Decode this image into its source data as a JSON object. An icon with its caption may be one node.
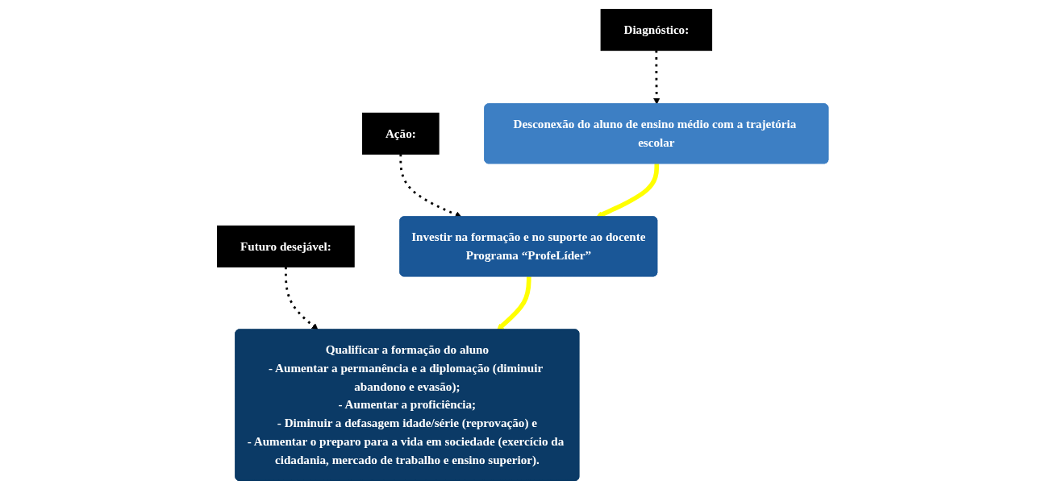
{
  "diagram": {
    "nodes": [
      {
        "text": [
          "Diagnóstico:"
        ]
      },
      {
        "text": [
          "Ação:"
        ]
      },
      {
        "text": [
          "Futuro desejável:"
        ]
      },
      {
        "text": [
          "Desconexão do aluno de ensino médio com a trajetória escolar"
        ]
      },
      {
        "text": [
          "Investir na formação e no suporte ao docente",
          "Programa “ProfeLíder”"
        ]
      },
      {
        "text": [
          "Qualificar a formação do aluno",
          "- Aumentar a permanência e a diplomação (diminuir abandono e evasão);",
          "- Aumentar a proficiência;",
          "- Diminuir a defasagem idade/série (reprovação) e",
          "- Aumentar o preparo para a vida em sociedade (exercício da cidadania, mercado de trabalho e ensino superior)."
        ]
      }
    ],
    "edges": [
      {
        "from": 0,
        "to": 3,
        "arrow": "to",
        "style": "dashed"
      },
      {
        "from": 1,
        "to": 4,
        "arrow": "to",
        "style": "dashed"
      },
      {
        "from": 2,
        "to": 5,
        "arrow": "to",
        "style": "dashed"
      },
      {
        "from": 3,
        "to": 4,
        "arrow": "to",
        "style": "thick",
        "color": "#ffff00"
      },
      {
        "from": 4,
        "to": 5,
        "arrow": "to",
        "style": "thick",
        "color": "#ffff00"
      }
    ]
  }
}
